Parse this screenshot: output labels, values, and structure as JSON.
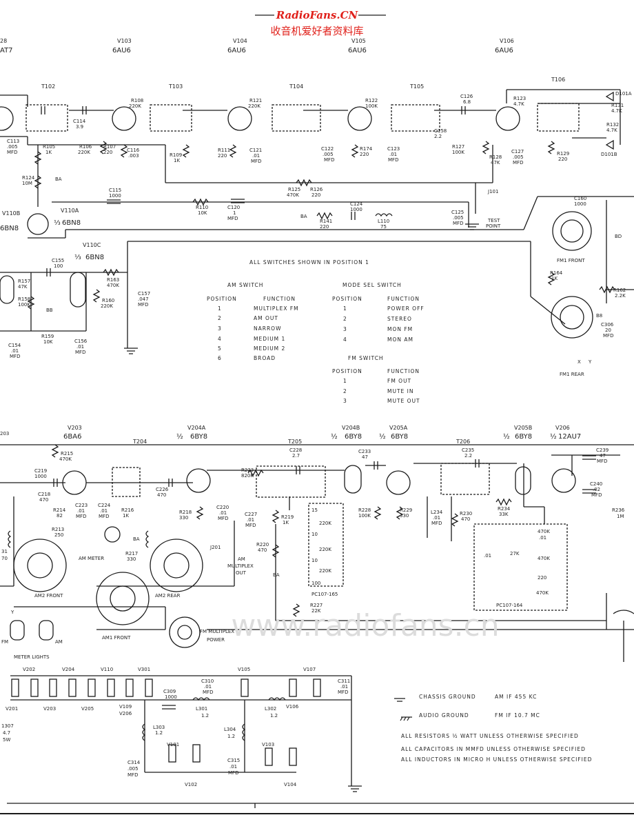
{
  "watermark": {
    "brand": "RadioFans.CN",
    "subtitle": "收音机爱好者资料库",
    "ghost": "www.radiofans.cn"
  },
  "tubes": {
    "v102b": {
      "ref": "28",
      "type": "AT7"
    },
    "v103": {
      "ref": "V103",
      "type": "6AU6"
    },
    "v104": {
      "ref": "V104",
      "type": "6AU6"
    },
    "v105": {
      "ref": "V105",
      "type": "6AU6"
    },
    "v106": {
      "ref": "V106",
      "type": "6AU6"
    },
    "v110b": {
      "ref": "V110B",
      "type": "6BN8"
    },
    "v110a": {
      "ref": "V110A",
      "frac": "⅓",
      "type": "6BN8"
    },
    "v110c": {
      "ref": "V110C",
      "frac": "⅓",
      "type": "6BN8"
    },
    "v203": {
      "ref": "V203",
      "type": "6BA6"
    },
    "v204a": {
      "ref": "V204A",
      "frac": "½",
      "type": "6BY8"
    },
    "v204b": {
      "ref": "V204B",
      "frac": "½",
      "type": "6BY8"
    },
    "v205a": {
      "ref": "V205A",
      "frac": "½",
      "type": "6BY8"
    },
    "v205b": {
      "ref": "V205B",
      "frac": "½",
      "type": "6BY8"
    },
    "v206": {
      "ref": "V206",
      "frac": "½",
      "type": "12AU7"
    }
  },
  "transformers": {
    "t102": "T102",
    "t103": "T103",
    "t104": "T104",
    "t105": "T105",
    "t106": "T106",
    "t204": "T204",
    "t205": "T205",
    "t206": "T206"
  },
  "parts_top": {
    "c114": [
      "C114",
      "3.9"
    ],
    "c113": [
      "C113",
      ".005",
      "MFD"
    ],
    "r105": [
      "R105",
      "1K"
    ],
    "r124": [
      "R124",
      "10M"
    ],
    "ba1": "BA",
    "r106": [
      "R106",
      "220K"
    ],
    "r107": [
      "R107",
      "220"
    ],
    "r108": [
      "R108",
      "220K"
    ],
    "c116": [
      "C116",
      ".003"
    ],
    "r109": [
      "R109",
      "1K"
    ],
    "c115": [
      "C115",
      "1000"
    ],
    "r111": [
      "R111",
      "220"
    ],
    "r121": [
      "R121",
      "220K"
    ],
    "c121": [
      "C121",
      ".01",
      "MFD"
    ],
    "r122": [
      "R122",
      "100K"
    ],
    "c122": [
      "C122",
      ".005",
      "MFD"
    ],
    "r174": [
      "R174",
      "220"
    ],
    "c123": [
      "C123",
      ".01",
      "MFD"
    ],
    "c126": [
      "C126",
      "6.8"
    ],
    "c158": [
      "C158",
      "2.2"
    ],
    "r127": [
      "R127",
      "100K"
    ],
    "r128": [
      "R128",
      "47K"
    ],
    "r123": [
      "R123",
      "4.7K"
    ],
    "c127": [
      "C127",
      ".005",
      "MFD"
    ],
    "r129": [
      "R129",
      "220"
    ],
    "d101a": "D101A",
    "d101b": "D101B",
    "r131": [
      "R131",
      "4.7K"
    ],
    "r132": [
      "R132",
      "4.7K"
    ],
    "r125": [
      "R125",
      "470K"
    ],
    "r126": [
      "R126",
      "220"
    ],
    "r110": [
      "R110",
      "10K"
    ],
    "c120": [
      "C120",
      "1",
      "MFD"
    ],
    "c124": [
      "C124",
      "1000"
    ],
    "r141": [
      "R141",
      "220"
    ],
    "l110": [
      "L110",
      "75"
    ],
    "ba2": "BA",
    "j101": "J101",
    "c125": [
      "C125",
      ".005",
      "MFD"
    ],
    "test_point": [
      "TEST",
      "POINT"
    ],
    "c160": [
      "C160",
      "1000"
    ],
    "r164": [
      "R164",
      "1K"
    ],
    "r162": [
      "R162",
      "2.2K"
    ],
    "c306": [
      "C306",
      "20",
      "MFD"
    ],
    "fm1_front": "FM1 FRONT",
    "fm1_rear": "FM1 REAR",
    "bd": "BD",
    "b8": "B8",
    "x": "X",
    "y": "Y",
    "c155": [
      "C155",
      "100"
    ],
    "r163": [
      "R163",
      "470K"
    ],
    "c157": [
      "C157",
      ".047",
      "MFD"
    ],
    "r157": [
      "R157",
      "47K"
    ],
    "r158": [
      "R158",
      "100K"
    ],
    "bb": "BB",
    "r160": [
      "R160",
      "220K"
    ],
    "r159": [
      "R159",
      "10K"
    ],
    "c154": [
      "C154",
      ".01",
      "MFD"
    ],
    "c156": [
      "C156",
      ".01",
      "MFD"
    ]
  },
  "switch_info": {
    "heading": "ALL SWITCHES SHOWN IN POSITION 1",
    "am": {
      "title": "AM SWITCH",
      "col1": "POSITION",
      "col2": "FUNCTION",
      "rows": [
        [
          "1",
          "MULTIPLEX FM"
        ],
        [
          "2",
          "AM OUT"
        ],
        [
          "3",
          "NARROW"
        ],
        [
          "4",
          "MEDIUM 1"
        ],
        [
          "5",
          "MEDIUM 2"
        ],
        [
          "6",
          "BROAD"
        ]
      ]
    },
    "mode": {
      "title": "MODE SEL SWITCH",
      "col1": "POSITION",
      "col2": "FUNCTION",
      "rows": [
        [
          "1",
          "POWER OFF"
        ],
        [
          "2",
          "STEREO"
        ],
        [
          "3",
          "MON FM"
        ],
        [
          "4",
          "MON AM"
        ]
      ]
    },
    "fm": {
      "title": "FM SWITCH",
      "col1": "POSITION",
      "col2": "FUNCTION",
      "rows": [
        [
          "1",
          "FM OUT"
        ],
        [
          "2",
          "MUTE IN"
        ],
        [
          "3",
          "MUTE OUT"
        ]
      ]
    }
  },
  "parts_mid": {
    "r215": [
      "R215",
      "470K"
    ],
    "c219": [
      "C219",
      "1000"
    ],
    "c218": [
      "C218",
      "470"
    ],
    "r214": [
      "R214",
      "82"
    ],
    "r213": [
      "R213",
      "250"
    ],
    "c223": [
      "C223",
      ".01",
      "MFD"
    ],
    "c224": [
      "C224",
      ".01",
      "MFD"
    ],
    "r216": [
      "R216",
      "1K"
    ],
    "am_meter": "AM METER",
    "r217": [
      "R217",
      "330"
    ],
    "c226": [
      "C226",
      "470"
    ],
    "r218": [
      "R218",
      "330"
    ],
    "c220": [
      "C220",
      ".01",
      "MFD"
    ],
    "c227": [
      "C227",
      ".01",
      "MFD"
    ],
    "j201": "J201",
    "am_mux": [
      "AM",
      "MULTIPLEX",
      "OUT"
    ],
    "c228": [
      "C228",
      "2.7"
    ],
    "r223": [
      "R223",
      "820K"
    ],
    "r219": [
      "R219",
      "1K"
    ],
    "r220": [
      "R220",
      "470"
    ],
    "ba3": "BA",
    "pc165": "PC107-165",
    "r227": [
      "R227",
      "22K"
    ],
    "c233": [
      "C233",
      "47"
    ],
    "r228": [
      "R228",
      "100K"
    ],
    "r229": [
      "R229",
      "330"
    ],
    "l234": [
      "L234",
      ".01",
      "MFD"
    ],
    "r230": [
      "R230",
      "470"
    ],
    "c235": [
      "C235",
      "2.2"
    ],
    "r234": [
      "R234",
      "33K"
    ],
    "pc164": "PC107-164",
    "c239": [
      "C239",
      "47",
      "MFD"
    ],
    "c240": [
      "C240",
      ".02",
      "MFD"
    ],
    "r236": [
      "R236",
      "1M"
    ],
    "pc165_vals": [
      "15",
      "220K",
      "10",
      "220K",
      "10",
      "220K",
      "100"
    ],
    "pc164_vals": [
      "470K",
      ".01",
      ".01",
      "27K",
      "470K",
      "220",
      "470K"
    ],
    "am2_front": "AM2 FRONT",
    "am2_rear": "AM2 REAR",
    "am1_front": "AM1 FRONT",
    "ba4": "BA",
    "fm_mux_power": [
      "FM MULTIPLEX",
      "POWER"
    ],
    "meter_lights": "METER LIGHTS",
    "fm": "FM",
    "am": "AM",
    "y2": "Y",
    "r31": "31",
    "r70": "70"
  },
  "heaters": {
    "labels_top": [
      "V202",
      "V204",
      "V110",
      "V301",
      "V105",
      "V107"
    ],
    "labels_bot": [
      "V201",
      "V203",
      "V205",
      "V109",
      "V206",
      "V106"
    ],
    "c309": [
      "C309",
      "1000"
    ],
    "c310": [
      "C310",
      ".01",
      "MFD"
    ],
    "c311": [
      "C311",
      ".01",
      "MFD"
    ],
    "l301": [
      "L301",
      "1.2"
    ],
    "l302": [
      "L302",
      "1.2"
    ],
    "l303": [
      "L303",
      "1.2"
    ],
    "l304": [
      "L304",
      "1.2"
    ],
    "v101": "V101",
    "v102": "V102",
    "v103": "V103",
    "v104": "V104",
    "c314": [
      "C314",
      ".005",
      "MFD"
    ],
    "c315": [
      "C315",
      ".01",
      "MFD"
    ],
    "l307": [
      "1307",
      "4.7",
      "5W"
    ]
  },
  "notes": {
    "chassis": "CHASSIS GROUND",
    "audio": "AUDIO GROUND",
    "am_if": "AM IF 455 KC",
    "fm_if": "FM IF 10.7 MC",
    "n1": "ALL RESISTORS ½ WATT UNLESS OTHERWISE SPECIFIED",
    "n2": "ALL CAPACITORS IN MMFD UNLESS OTHERWISE SPECIFIED",
    "n3": "ALL INDUCTORS IN MICRO H UNLESS OTHERWISE SPECIFIED"
  }
}
